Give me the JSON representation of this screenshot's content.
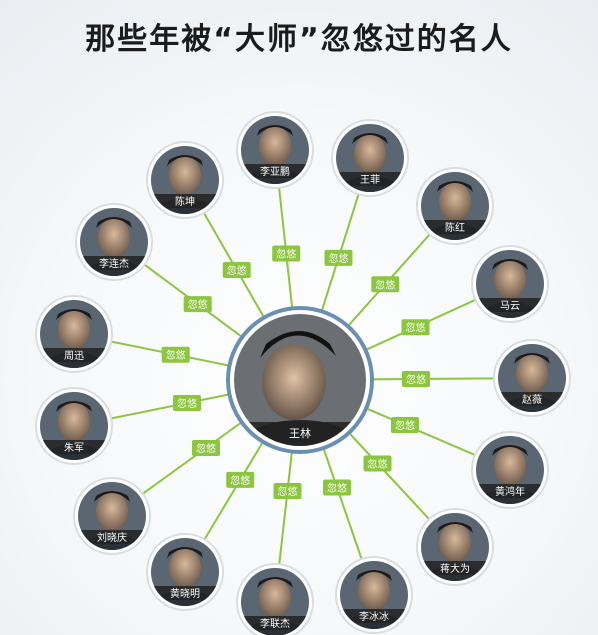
{
  "title": "那些年被“大师”忽悠过的名人",
  "center": {
    "name": "王林"
  },
  "edge_label": "忽悠",
  "people": [
    {
      "name": "李亚鹏"
    },
    {
      "name": "王菲"
    },
    {
      "name": "陈红"
    },
    {
      "name": "马云"
    },
    {
      "name": "赵薇"
    },
    {
      "name": "黄鸿年"
    },
    {
      "name": "蒋大为"
    },
    {
      "name": "李冰冰"
    },
    {
      "name": "李联杰"
    },
    {
      "name": "黄晓明"
    },
    {
      "name": "刘晓庆"
    },
    {
      "name": "朱军"
    },
    {
      "name": "周迅"
    },
    {
      "name": "李连杰"
    },
    {
      "name": "陈坤"
    }
  ],
  "colors": {
    "line": "#8cc63f",
    "label_bg": "#8cc63f",
    "center_ring": "#6b8fb3",
    "node_ring": "#d8dde2",
    "name_strip": "#222222"
  }
}
